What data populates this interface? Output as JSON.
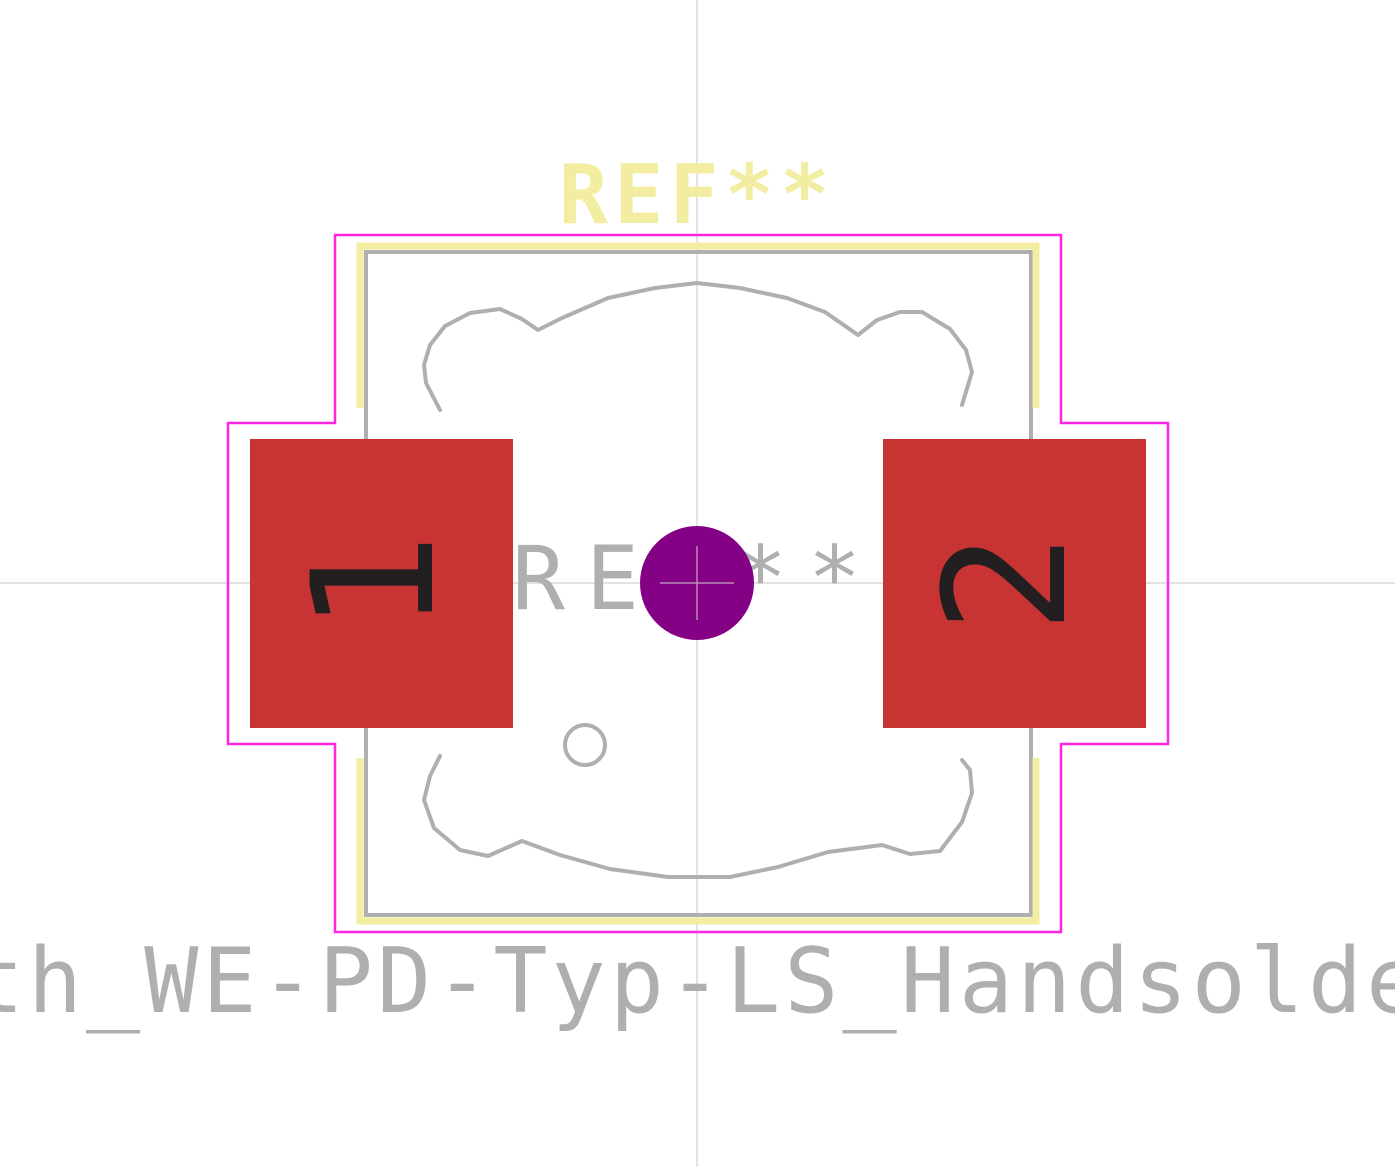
{
  "footprint": {
    "reference": "REF**",
    "fab_reference": "REF**",
    "value": "Wuerth_WE-PD-Typ-LS_Handsoldering",
    "pads": [
      {
        "number": "1"
      },
      {
        "number": "2"
      }
    ]
  },
  "colors": {
    "background": "#ffffff",
    "pad": "#c83434",
    "pad_number": "#231f20",
    "silkscreen": "#f2eda1",
    "courtyard": "#ff26e2",
    "fabrication": "#afafaf",
    "anchor": "#840084",
    "crosshair": "#c8c8c8"
  }
}
